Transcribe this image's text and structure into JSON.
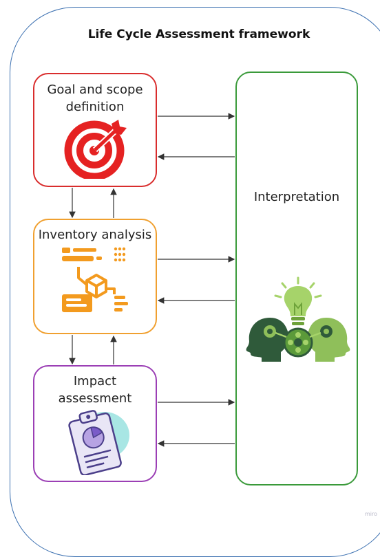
{
  "title": "Life Cycle Assessment framework",
  "boxes": {
    "goal": {
      "label_line1": "Goal and scope",
      "label_line2": "definition",
      "icon": "target-icon"
    },
    "inventory": {
      "label": "Inventory analysis",
      "icon": "data-flow-icon"
    },
    "impact": {
      "label_line1": "Impact",
      "label_line2": "assessment",
      "icon": "clipboard-chart-icon"
    },
    "interpretation": {
      "label": "Interpretation",
      "icon": "minds-lightbulb-icon"
    }
  },
  "watermark": "miro",
  "colors": {
    "frame": "#3a6fb0",
    "goal": "#d92d2d",
    "inventory": "#f0a030",
    "impact": "#9b3fb5",
    "interpretation": "#3a9a3a",
    "arrow": "#333333"
  }
}
